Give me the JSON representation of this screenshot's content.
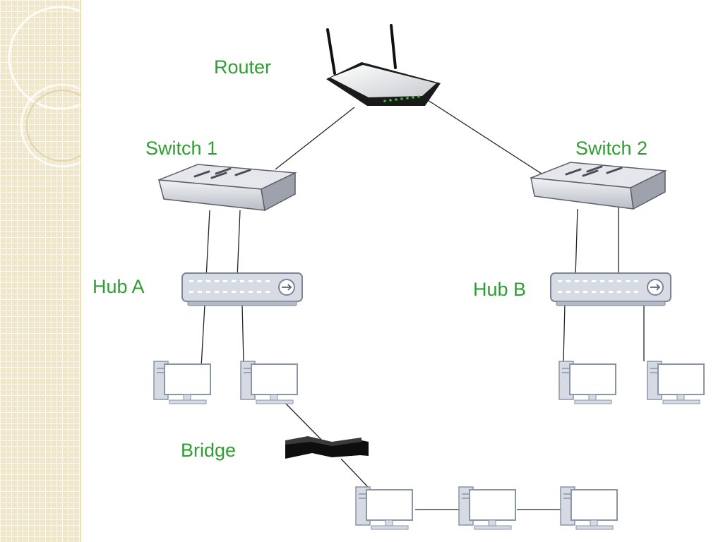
{
  "labels": {
    "router": "Router",
    "switch1": "Switch 1",
    "switch2": "Switch 2",
    "hubA": "Hub A",
    "hubB": "Hub B",
    "bridge": "Bridge"
  },
  "colors": {
    "label": "#2e9e32",
    "panel": "#f1e7c6",
    "device_body": "#d2d6de",
    "monitor_fill": "#ffffff",
    "monitor_outline": "#8a95a8",
    "cable": "#222222"
  },
  "icons": {
    "router": "wireless-router-icon",
    "switch": "network-switch-icon",
    "hub": "network-hub-icon",
    "bridge": "network-bridge-icon",
    "computer": "desktop-computer-icon"
  }
}
